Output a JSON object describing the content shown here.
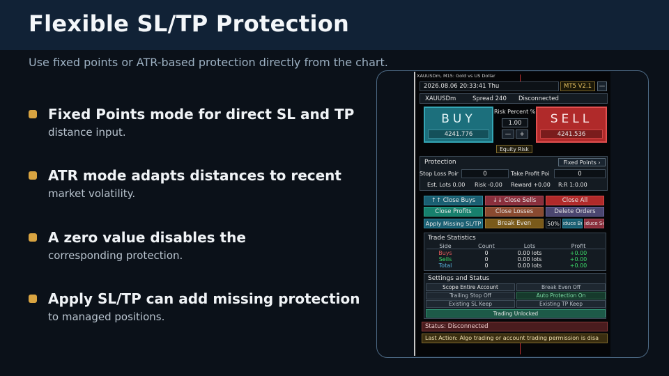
{
  "slide": {
    "title": "Flexible SL/TP Protection",
    "subtitle": "Use fixed points or ATR-based protection directly from the chart.",
    "bullets": [
      {
        "head": "Fixed Points mode for direct SL and TP",
        "sub": "distance input."
      },
      {
        "head": "ATR mode adapts distances to recent",
        "sub": "market volatility."
      },
      {
        "head": "A zero value disables the",
        "sub": "corresponding protection."
      },
      {
        "head": "Apply SL/TP can add missing protection",
        "sub": "to managed positions."
      }
    ]
  },
  "panel": {
    "chart_caption": "XAUUSDm, M15:  Gold vs US Dollar",
    "datetime": "2026.08.06 20:33:41  Thu",
    "version": "MT5 V2.1",
    "minimize": "—",
    "symbol": "XAUUSDm",
    "spread": "Spread 240",
    "connection": "Disconnected",
    "buy_label": "BUY",
    "buy_price": "4241.776",
    "sell_label": "SELL",
    "sell_price": "4241.536",
    "risk_label": "Risk Percent %",
    "risk_value": "1.00",
    "risk_minus": "—",
    "risk_plus": "+",
    "equity_risk": "Equity Risk",
    "protection": {
      "title": "Protection",
      "mode": "Fixed Points  ›",
      "sl_label": "Stop Loss Poir",
      "sl_value": "0",
      "tp_label": "Take Profit Poi",
      "tp_value": "0",
      "est_lots": "Est. Lots 0.00",
      "risk": "Risk -0.00",
      "reward": "Reward +0.00",
      "rr": "R:R 1:0.00"
    },
    "actions": {
      "close_buys": "↑↑ Close Buys",
      "close_sells": "↓↓ Close Sells",
      "close_all": "Close All",
      "close_profits": "Close Profits",
      "close_losses": "Close Losses",
      "delete_orders": "Delete Orders",
      "apply_sltp": "Apply Missing SL/TP",
      "break_even": "Break Even",
      "pct": "50%",
      "reduce_buys": "educe Bu",
      "reduce_sells": "educe Se"
    },
    "stats": {
      "title": "Trade Statistics",
      "columns": [
        "Side",
        "Count",
        "Lots",
        "Profit"
      ],
      "rows": [
        {
          "side": "Buys",
          "count": "0",
          "lots": "0.00 lots",
          "profit": "+0.00"
        },
        {
          "side": "Sells",
          "count": "0",
          "lots": "0.00 lots",
          "profit": "+0.00"
        },
        {
          "side": "Total",
          "count": "0",
          "lots": "0.00 lots",
          "profit": "+0.00"
        }
      ]
    },
    "settings": {
      "title": "Settings and Status",
      "scope": "Scope   Entire Account",
      "break_even": "Break Even   Off",
      "trailing": "Trailing Stop   Off",
      "auto_protection": "Auto Protection   On",
      "existing_sl": "Existing SL   Keep",
      "existing_tp": "Existing TP   Keep",
      "trading": "Trading Unlocked"
    },
    "status": "Status: Disconnected",
    "last_action": "Last Action: Algo trading or account trading permission is disa"
  },
  "colors": {
    "accent_gold": "#d9a441",
    "buy": "#1c6f7c",
    "sell": "#b02a2a",
    "teal_button": "#1a5f72",
    "red_button": "#8a2f3c",
    "purple_button": "#4b4670",
    "green_profit": "#3ddc6a"
  }
}
